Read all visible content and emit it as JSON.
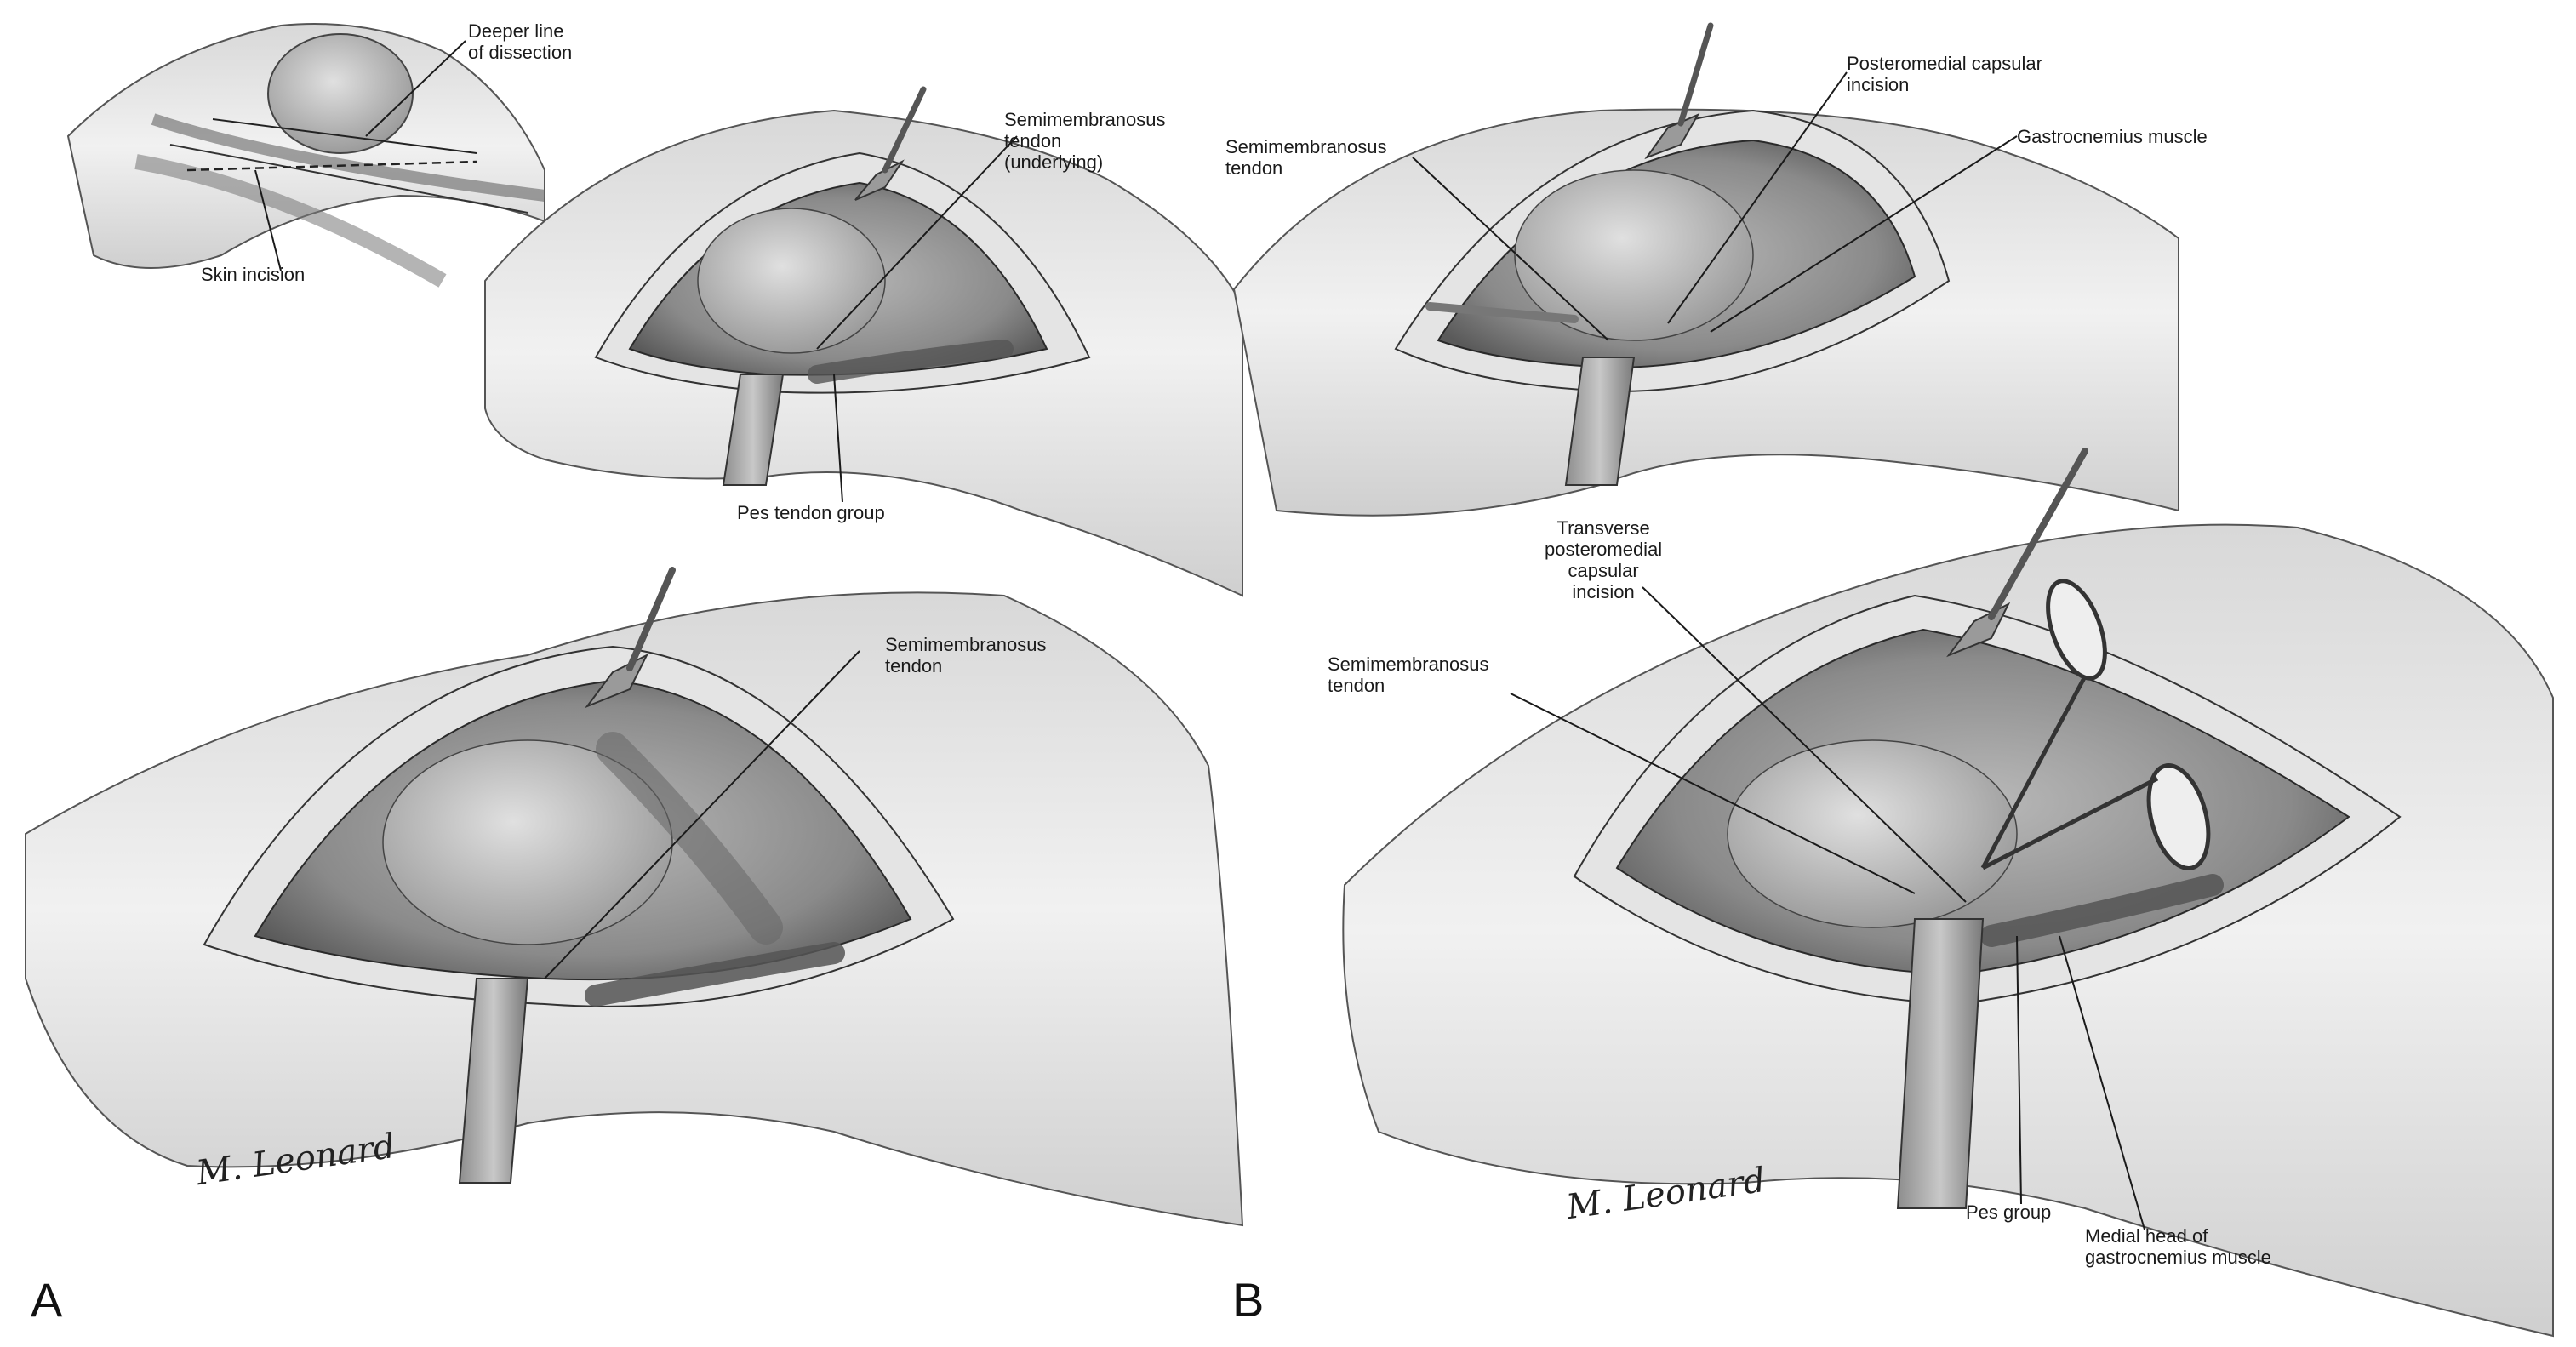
{
  "panels": [
    {
      "letter": "A"
    },
    {
      "letter": "B"
    }
  ],
  "labels": {
    "deeper_line": "Deeper line\nof dissection",
    "skin_incision": "Skin incision",
    "semimem_underlying": "Semimembranosus\ntendon\n(underlying)",
    "pes_tendon_group": "Pes tendon group",
    "semimem_A_bottom": "Semimembranosus\ntendon",
    "semimem_B_top": "Semimembranosus\ntendon",
    "posteromedial_capsular": "Posteromedial capsular\nincision",
    "gastrocnemius_muscle": "Gastrocnemius muscle",
    "transverse_posteromedial": "Transverse\nposteromedial\ncapsular\nincision",
    "semimem_B_bottom": "Semimembranosus\ntendon",
    "pes_group": "Pes group",
    "medial_head_gastroc": "Medial head of\ngastrocnemius muscle"
  },
  "signatures": [
    "M. Leonard",
    "M. Leonard"
  ],
  "colors": {
    "skin": "#ededed",
    "skin_shade": "#c9c9c9",
    "wound": "#9a9a9a",
    "wound_dark": "#5e5e5e",
    "fat": "#e2e2e2",
    "line": "#222222"
  }
}
